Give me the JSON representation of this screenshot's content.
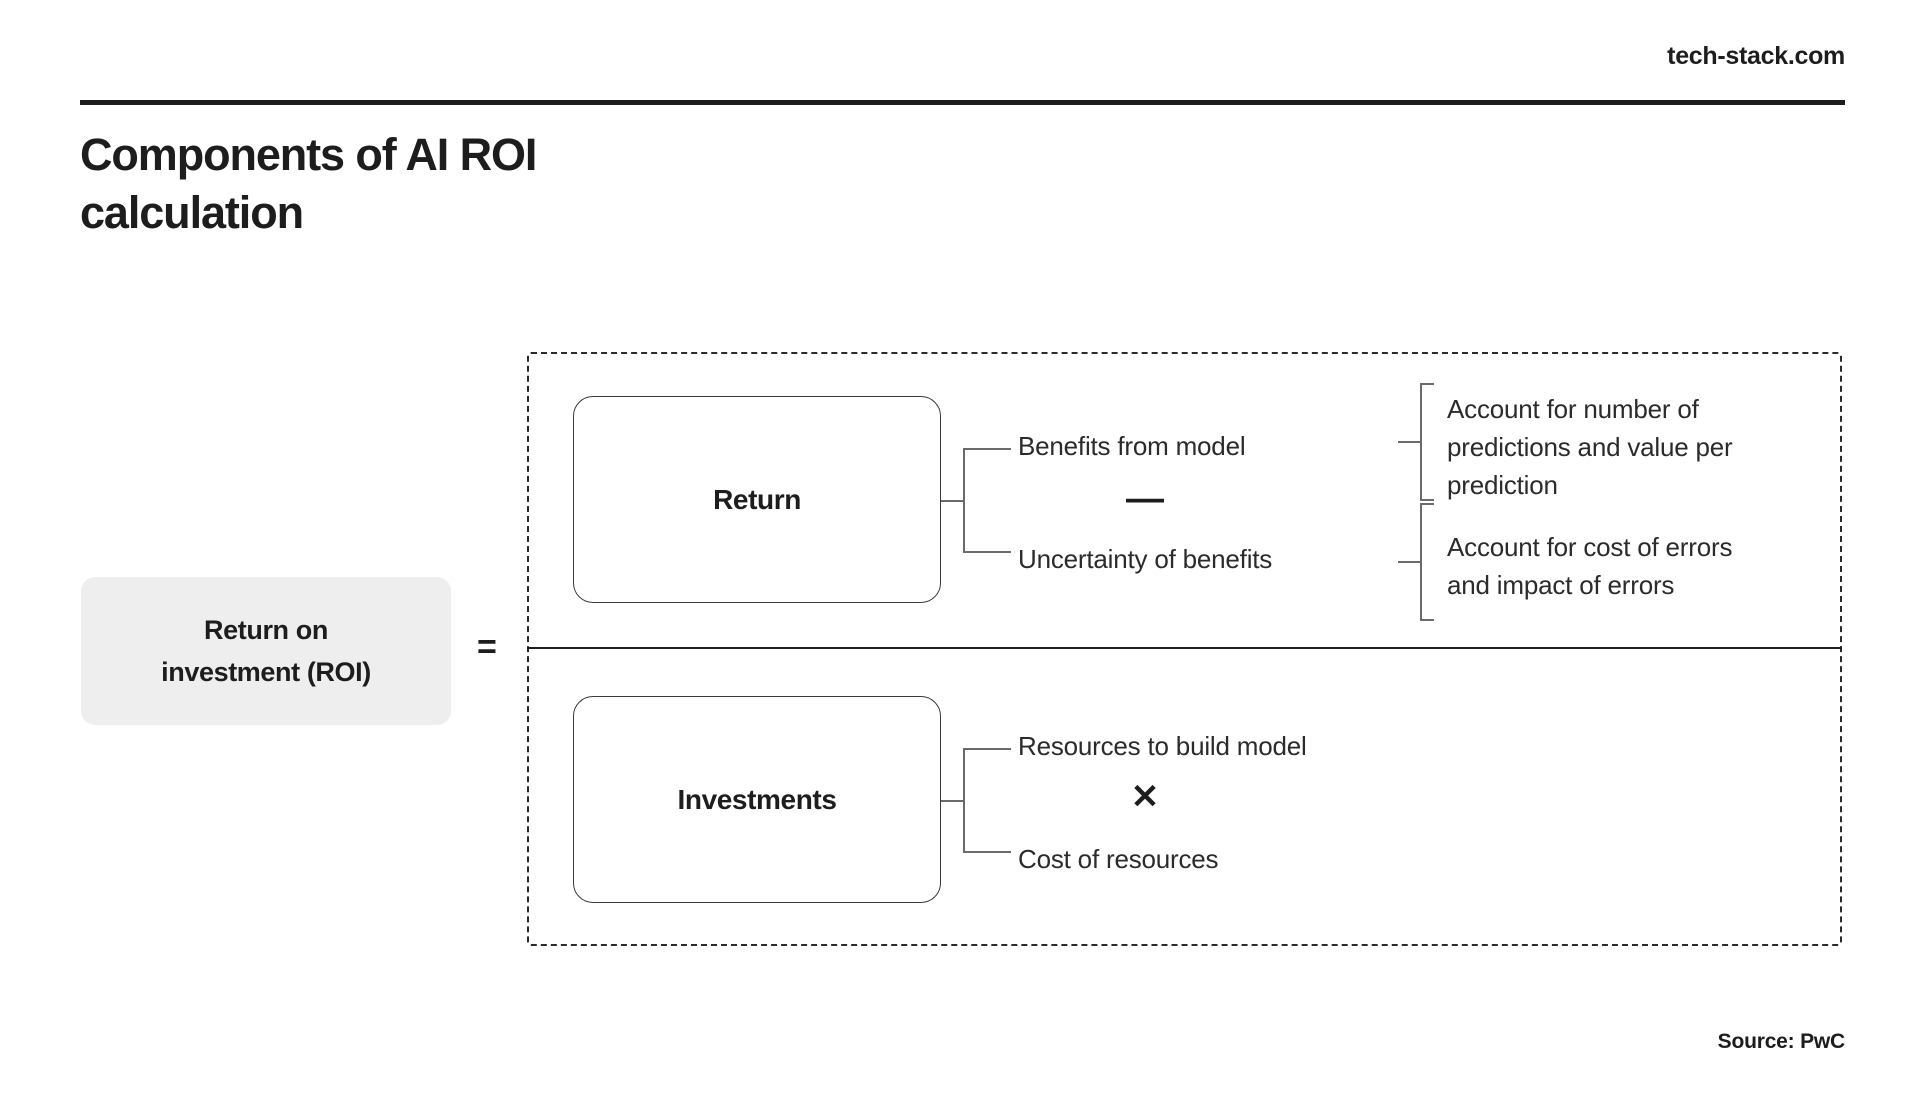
{
  "header": {
    "logo": "tech-stack.com",
    "title": "Components of AI ROI\ncalculation"
  },
  "diagram": {
    "result": {
      "label": "Return on\ninvestment (ROI)"
    },
    "equals": "=",
    "numerator": {
      "box_label": "Return",
      "items": [
        "Benefits from model",
        "Uncertainty of benefits"
      ],
      "operator": "—",
      "details": [
        "Account for number of\npredictions and value per\nprediction",
        "Account for cost of errors\nand impact of errors"
      ]
    },
    "denominator": {
      "box_label": "Investments",
      "items": [
        "Resources to build model",
        "Cost of resources"
      ],
      "operator": "✕"
    }
  },
  "footer": {
    "source": "Source: PwC"
  },
  "colors": {
    "ink": "#1d1d1d",
    "body_text": "#2b2b2b",
    "pill_background": "#eeeeee",
    "connector": "#6b6b6b",
    "page_background": "#ffffff"
  }
}
